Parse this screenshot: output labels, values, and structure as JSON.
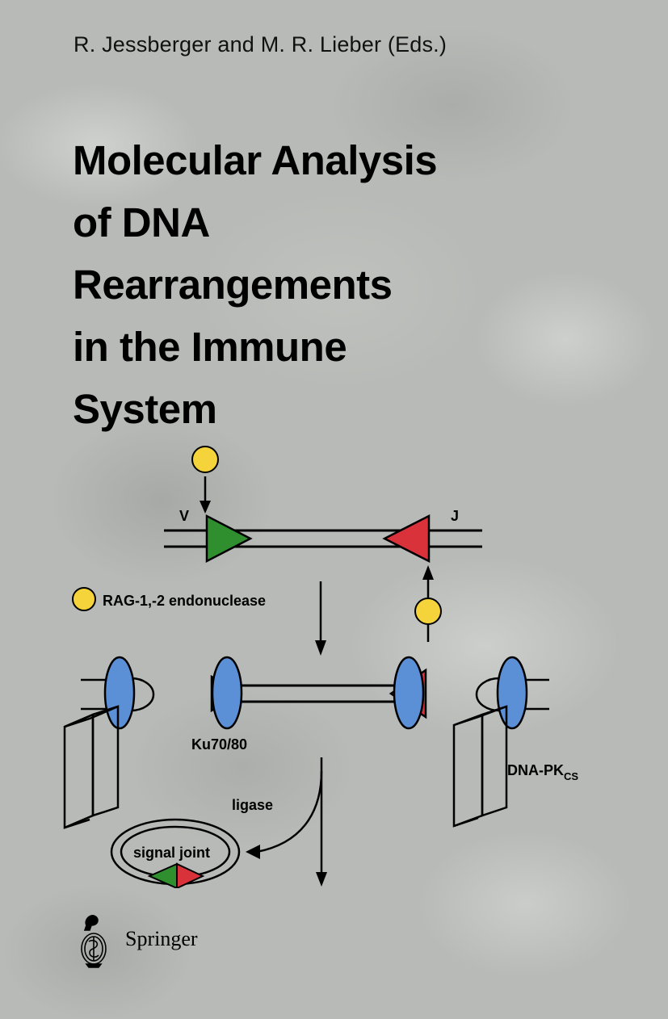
{
  "cover": {
    "editors": "R. Jessberger and M. R. Lieber (Eds.)",
    "title_lines": [
      "Molecular Analysis",
      "of DNA",
      "Rearrangements",
      "in the Immune",
      "System"
    ]
  },
  "figure": {
    "label_v": "V",
    "label_j": "J",
    "legend_rag": "RAG-1,-2 endonuclease",
    "label_ku": "Ku70/80",
    "label_dnapk": "DNA-PK",
    "label_dnapk_sub": "CS",
    "label_ligase": "ligase",
    "label_signal_joint": "signal joint",
    "label_vj": "V J",
    "colors": {
      "rag": "#f5d33a",
      "green_signal": "#2f8f2f",
      "red_signal": "#d9323a",
      "ku_blue": "#5b8fd6"
    }
  },
  "publisher": {
    "name": "Springer"
  }
}
